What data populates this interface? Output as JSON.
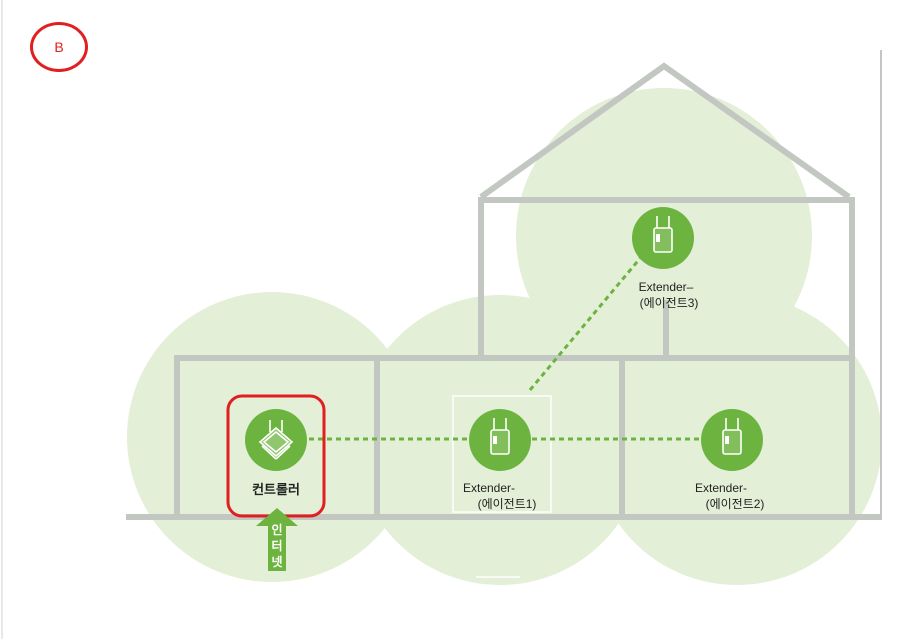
{
  "badge_label": "B",
  "controller": {
    "label": "컨트롤러"
  },
  "internet": {
    "chars": [
      "인",
      "터",
      "넷"
    ]
  },
  "extenders": [
    {
      "line1": "Extender-",
      "line2": "(에이전트1)"
    },
    {
      "line1": "Extender-",
      "line2": "(에이전트2)"
    },
    {
      "line1": "Extender–",
      "line2": "(에이전트3)"
    }
  ],
  "colors": {
    "coverage": "#e3efd6",
    "house": "#c3c7c1",
    "node": "#6db33f",
    "link": "#6db33f",
    "highlight": "#e02020"
  }
}
